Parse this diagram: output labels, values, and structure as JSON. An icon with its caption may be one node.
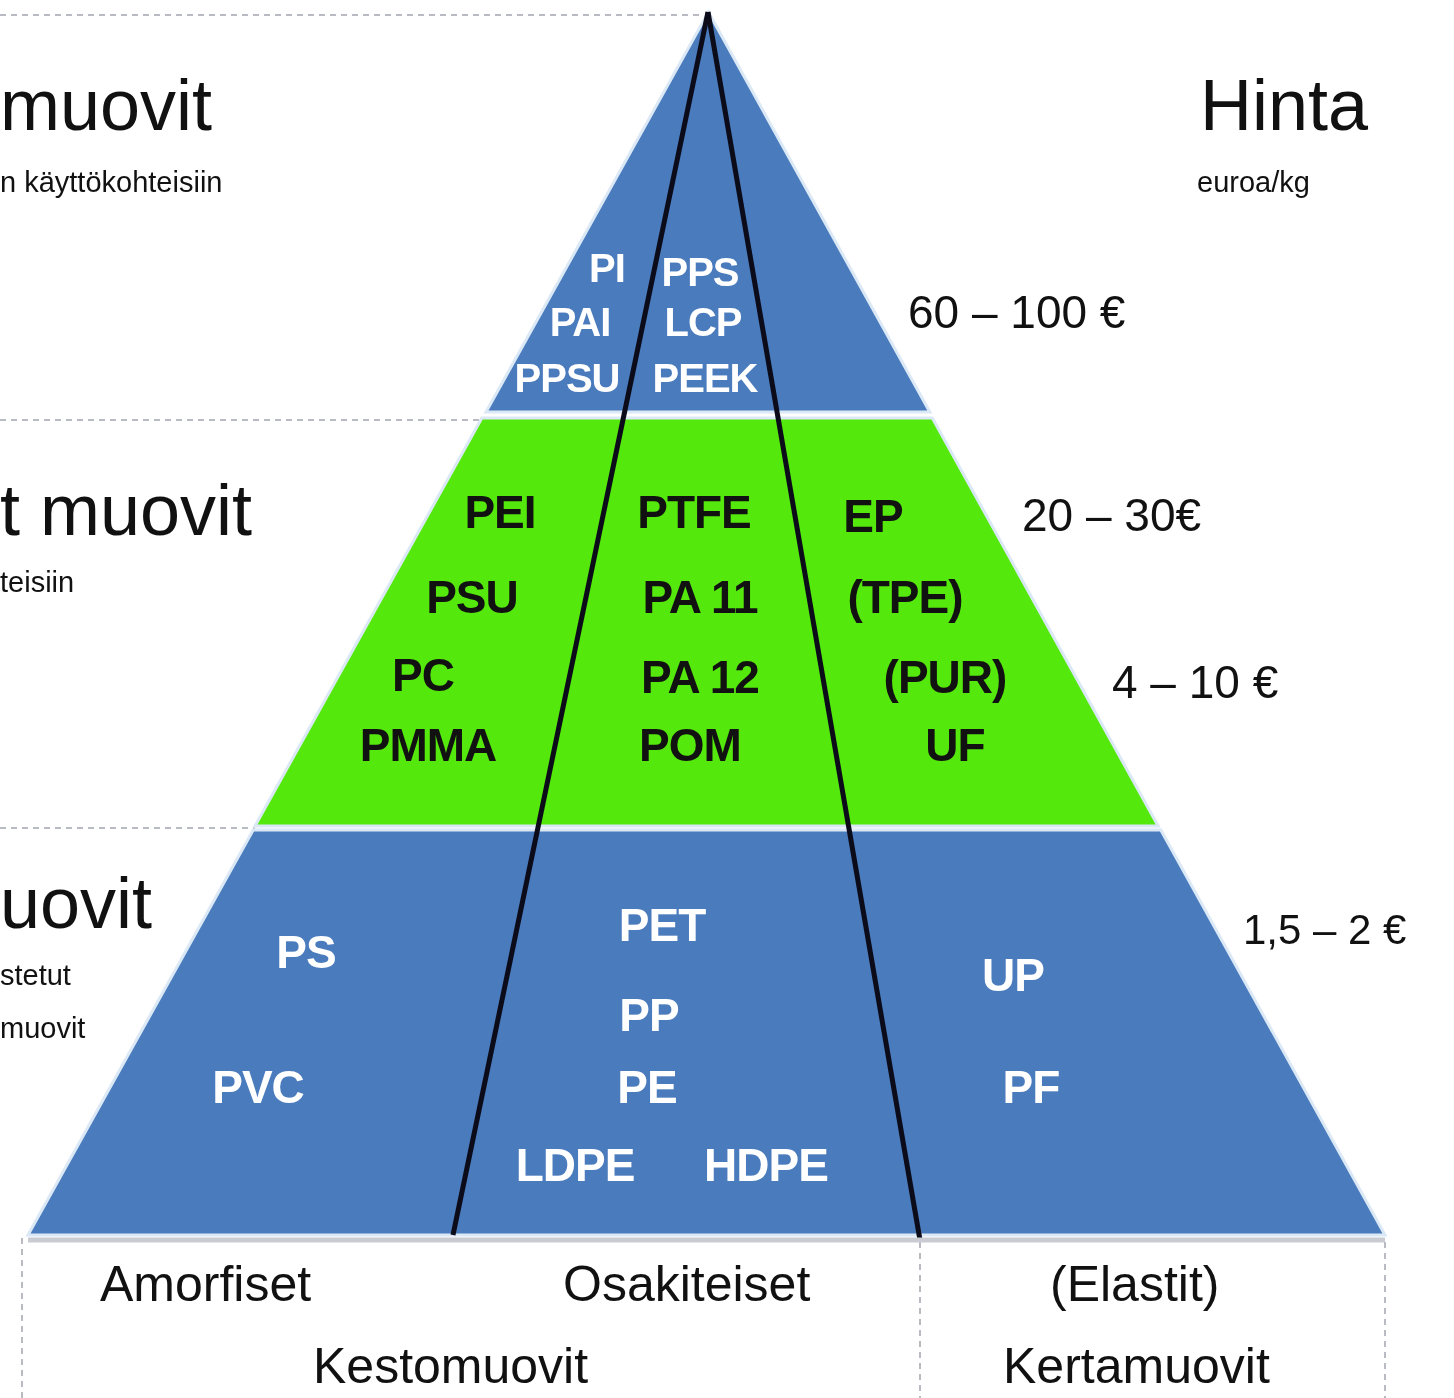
{
  "diagram": {
    "nodes": [
      {
        "text": [
          "PI",
          "PAI",
          "PPSU",
          "PPS",
          "LCP",
          "PEEK"
        ]
      },
      {
        "text": [
          "PEI",
          "PSU",
          "PC",
          "PMMA",
          "PTFE",
          "PA 11",
          "PA 12",
          "POM",
          "EP",
          "(TPE)",
          "(PUR)",
          "UF"
        ]
      },
      {
        "text": [
          "PS",
          "PVC",
          "PET",
          "PP",
          "PE",
          "LDPE",
          "HDPE",
          "UP",
          "PF"
        ]
      }
    ],
    "labels": [
      "muovit",
      "Hinta",
      "n käyttökohteisiin",
      "euroa/kg",
      "60 – 100 €",
      "t muovit",
      "20 – 30€",
      "teisiin",
      "4 – 10 €",
      "uovit",
      "1,5 – 2 €",
      "stetut",
      "muovit",
      "Amorfiset",
      "Osakiteiset",
      "(Elastit)",
      "Kestomuovit",
      "Kertamuovit"
    ]
  }
}
